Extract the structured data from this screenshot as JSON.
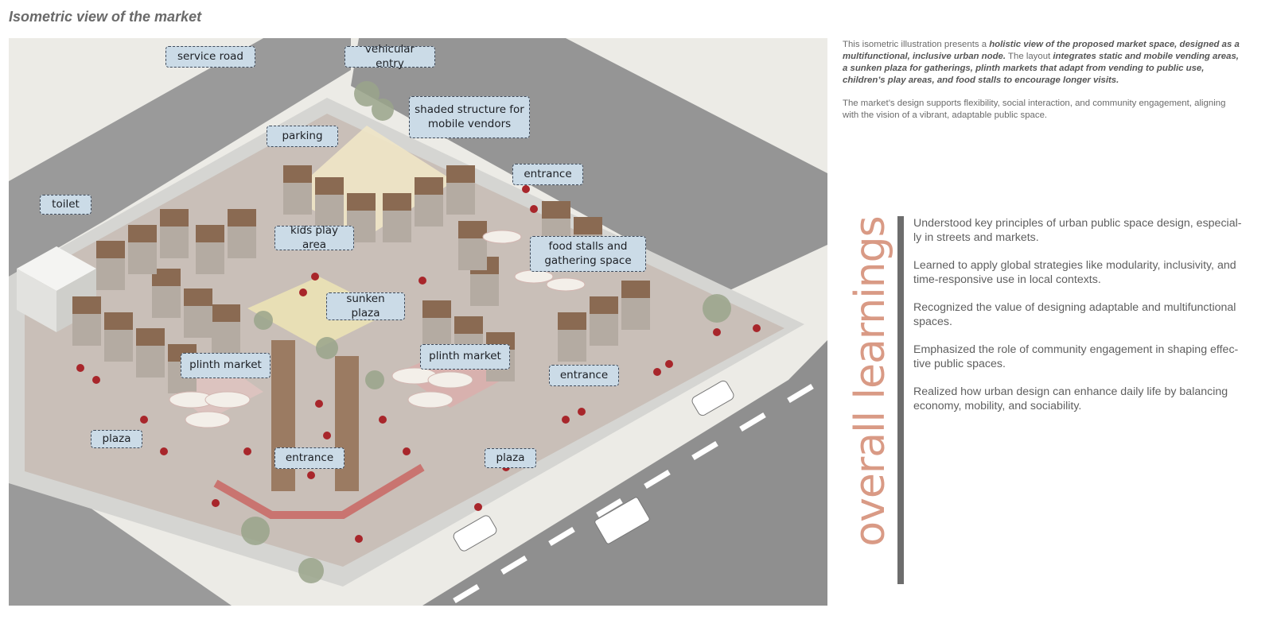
{
  "title": "Isometric view of the market",
  "labels": {
    "service_road": "service road",
    "vehicular_entry": "vehicular entry",
    "shaded_structure": "shaded  structure for\nmobile vendors",
    "parking": "parking",
    "entrance_top": "entrance",
    "toilet": "toilet",
    "kids_play": "kids play area",
    "food_stalls": "food stalls and\ngathering space",
    "sunken_plaza": "sunken plaza",
    "plinth_market_left": "plinth market",
    "plinth_market_right": "plinth market",
    "entrance_right": "entrance",
    "plaza_left": "plaza",
    "entrance_bottom": "entrance",
    "plaza_bottom": "plaza"
  },
  "intro": {
    "p1_a": "This isometric illustration presents a ",
    "p1_b": "holistic view of the proposed market space, designed as a multifunctional, inclusive urban node.",
    "p1_c": " The layout ",
    "p1_d": "integrates static and mobile vending areas, a sunken plaza for gatherings, plinth markets that adapt from vending to public use, children’s play areas, and food stalls to encourage longer visits.",
    "p2": "The market’s design supports flexibility, social interaction, and community engagement, aligning with the vision of a vibrant, adaptable public space."
  },
  "learnings_heading": "overall learnings",
  "learnings": [
    "Understood key principles of urban public space design, especial-ly in streets and markets.",
    "Learned to apply global strategies like modularity, inclusivity, and time-responsive use in local contexts.",
    "Recognized the value of designing adaptable and multifunctional spaces.",
    "Emphasized the role of community engagement in shaping effec-tive public spaces.",
    "Realized how urban design can enhance daily life by balancing economy, mobility, and sociability."
  ],
  "colors": {
    "heading_accent": "#d99a85",
    "people": "#a8262b",
    "callout_fill": "#cbdbe7",
    "road": "#8f8f8f",
    "stall_roof": "#8a6a52"
  }
}
